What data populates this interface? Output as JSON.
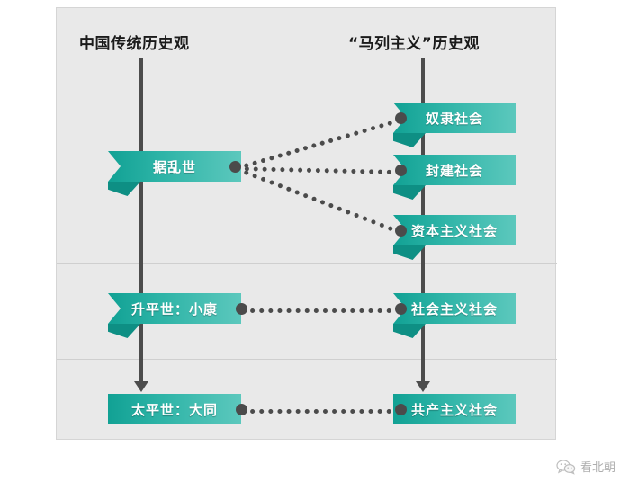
{
  "diagram": {
    "columns": {
      "left_title": "中国传统历史观",
      "right_title": "“马列主义”历史观"
    },
    "left_nodes": [
      {
        "id": "juluanshi",
        "label": "据乱世"
      },
      {
        "id": "shengpingshi",
        "label": "升平世：小康"
      },
      {
        "id": "taipingshi",
        "label": "太平世：大同"
      }
    ],
    "right_nodes": [
      {
        "id": "slave",
        "label": "奴隶社会"
      },
      {
        "id": "feudal",
        "label": "封建社会"
      },
      {
        "id": "capitalist",
        "label": "资本主义社会"
      },
      {
        "id": "socialist",
        "label": "社会主义社会"
      },
      {
        "id": "communist",
        "label": "共产主义社会"
      }
    ],
    "connections": [
      {
        "from": "juluanshi",
        "to": "slave"
      },
      {
        "from": "juluanshi",
        "to": "feudal"
      },
      {
        "from": "juluanshi",
        "to": "capitalist"
      },
      {
        "from": "shengpingshi",
        "to": "socialist"
      },
      {
        "from": "taipingshi",
        "to": "communist"
      }
    ],
    "colors": {
      "ribbon_dark": "#11a194",
      "ribbon_light": "#5cc8bd",
      "panel_bg": "#e9e9e9",
      "axis": "#4c4c4c",
      "connector": "#4b4b4b"
    }
  },
  "watermark": {
    "icon": "wechat-icon",
    "text": "看北朝"
  }
}
